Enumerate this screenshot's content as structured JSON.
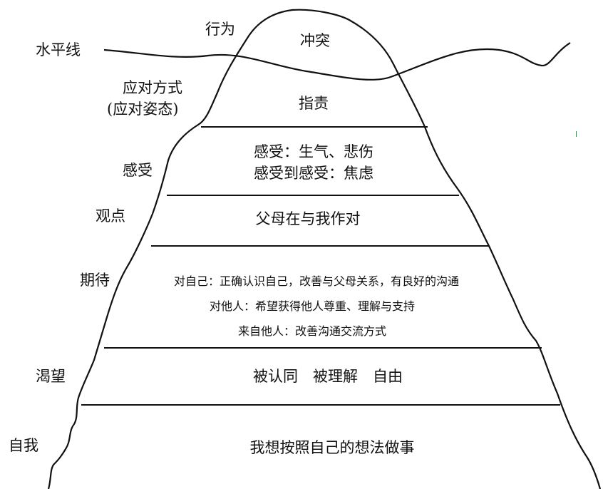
{
  "side_labels": {
    "horizon": "水平线",
    "behavior": "行为",
    "coping": "应对方式",
    "coping_stance": "(应对姿态)",
    "feelings": "感受",
    "perceptions": "观点",
    "expectations": "期待",
    "yearnings": "渴望",
    "self": "自我"
  },
  "layers": {
    "conflict": "冲突",
    "blame": "指责",
    "feelings_1": "感受：生气、悲伤",
    "feelings_2": "感受到感受：焦虑",
    "perception": "父母在与我作对",
    "expect_1": "对自己：正确认识自己，改善与父母关系，有良好的沟通",
    "expect_2": "对他人：希望获得他人尊重、理解与支持",
    "expect_3": "来自他人：改善沟通交流方式",
    "yearning": "被认同　被理解　自由",
    "self": "我想按照自己的想法做事"
  },
  "colors": {
    "line": "#111111",
    "background": "#ffffff"
  }
}
